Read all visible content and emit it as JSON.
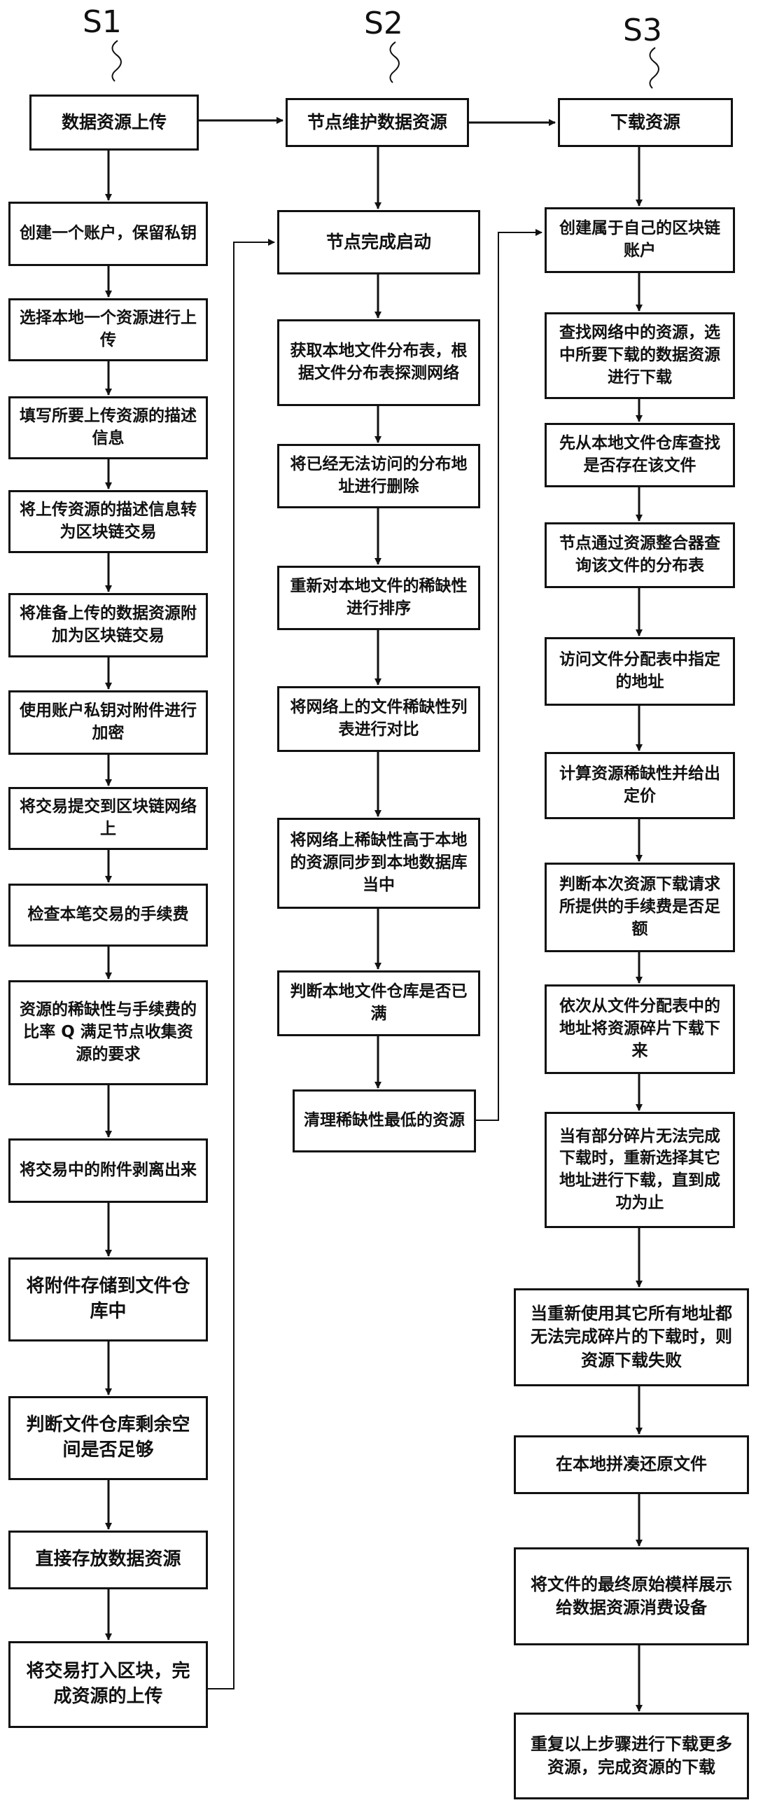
{
  "columns": [
    {
      "label": "S1",
      "title": "数据资源上传",
      "steps": [
        "创建一个账户，保留私钥",
        "选择本地一个资源进行上传",
        "填写所要上传资源的描述信息",
        "将上传资源的描述信息转为区块链交易",
        "将准备上传的数据资源附加为区块链交易",
        "使用账户私钥对附件进行加密",
        "将交易提交到区块链网络上",
        "检查本笔交易的手续费",
        "资源的稀缺性与手续费的比率 Q 满足节点收集资源的要求",
        "将交易中的附件剥离出来",
        "将附件存储到文件仓库中",
        "判断文件仓库剩余空间是否足够",
        "直接存放数据资源",
        "将交易打入区块，完成资源的上传"
      ]
    },
    {
      "label": "S2",
      "title": "节点维护数据资源",
      "steps": [
        "节点完成启动",
        "获取本地文件分布表，根据文件分布表探测网络",
        "将已经无法访问的分布地址进行删除",
        "重新对本地文件的稀缺性进行排序",
        "将网络上的文件稀缺性列表进行对比",
        "将网络上稀缺性高于本地的资源同步到本地数据库当中",
        "判断本地文件仓库是否已满",
        "清理稀缺性最低的资源"
      ]
    },
    {
      "label": "S3",
      "title": "下载资源",
      "steps": [
        "创建属于自己的区块链账户",
        "查找网络中的资源，选中所要下载的数据资源进行下载",
        "先从本地文件仓库查找是否存在该文件",
        "节点通过资源整合器查询该文件的分布表",
        "访问文件分配表中指定的地址",
        "计算资源稀缺性并给出定价",
        "判断本次资源下载请求所提供的手续费是否足额",
        "依次从文件分配表中的地址将资源碎片下载下来",
        "当有部分碎片无法完成下载时，重新选择其它地址进行下载，直到成功为止",
        "当重新使用其它所有地址都无法完成碎片的下载时，则资源下载失败",
        "在本地拼凑还原文件",
        "将文件的最终原始模样展示给数据资源消费设备",
        "重复以上步骤进行下载更多资源，完成资源的下载"
      ]
    }
  ]
}
